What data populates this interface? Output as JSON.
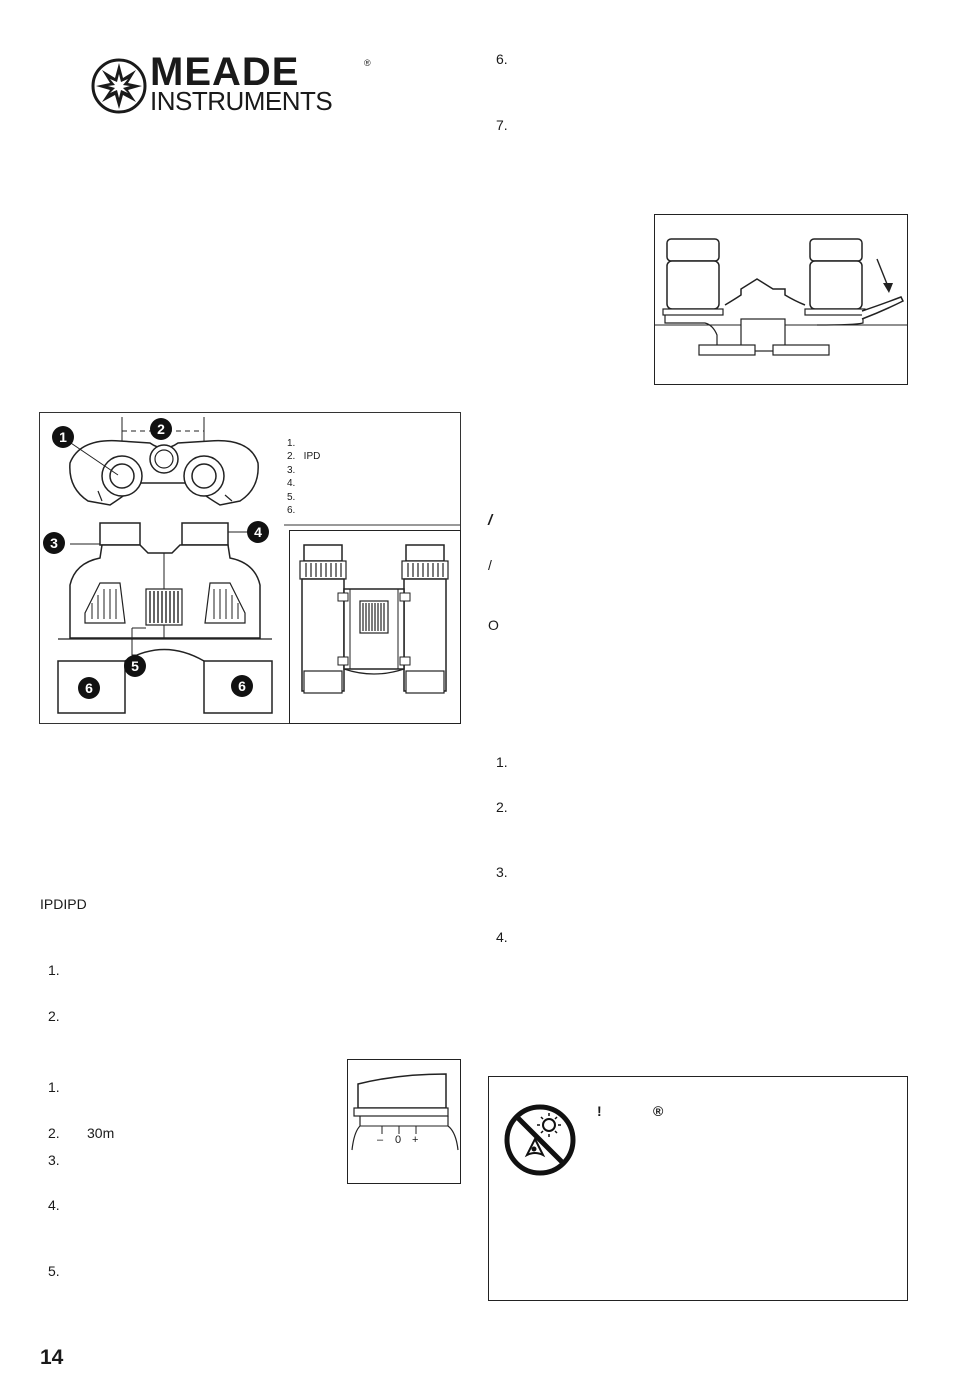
{
  "brand": {
    "name": "MEADE",
    "sub": "INSTRUMENTS",
    "mark": "®"
  },
  "figure1": {
    "callouts": [
      "1",
      "2",
      "3",
      "4",
      "5",
      "6",
      "6"
    ],
    "legend": [
      "1.",
      "2.   IPD",
      "3.",
      "4.",
      "5.",
      "6."
    ]
  },
  "diopter": {
    "minus": "–",
    "zero": "0",
    "plus": "+"
  },
  "left": {
    "ipd_text": "IPDIPD",
    "list_a": [
      "1.",
      "2."
    ],
    "list_b": [
      "1.",
      "2.",
      "3.",
      "4.",
      "5."
    ],
    "distance": "30m"
  },
  "right": {
    "top_list": [
      "6.",
      "7."
    ],
    "mid_marks": [
      "/",
      "/",
      "O"
    ],
    "list": [
      "1.",
      "2.",
      "3.",
      "4."
    ]
  },
  "warning": {
    "exclaim": "!",
    "reg": "®"
  },
  "page_number": "14"
}
